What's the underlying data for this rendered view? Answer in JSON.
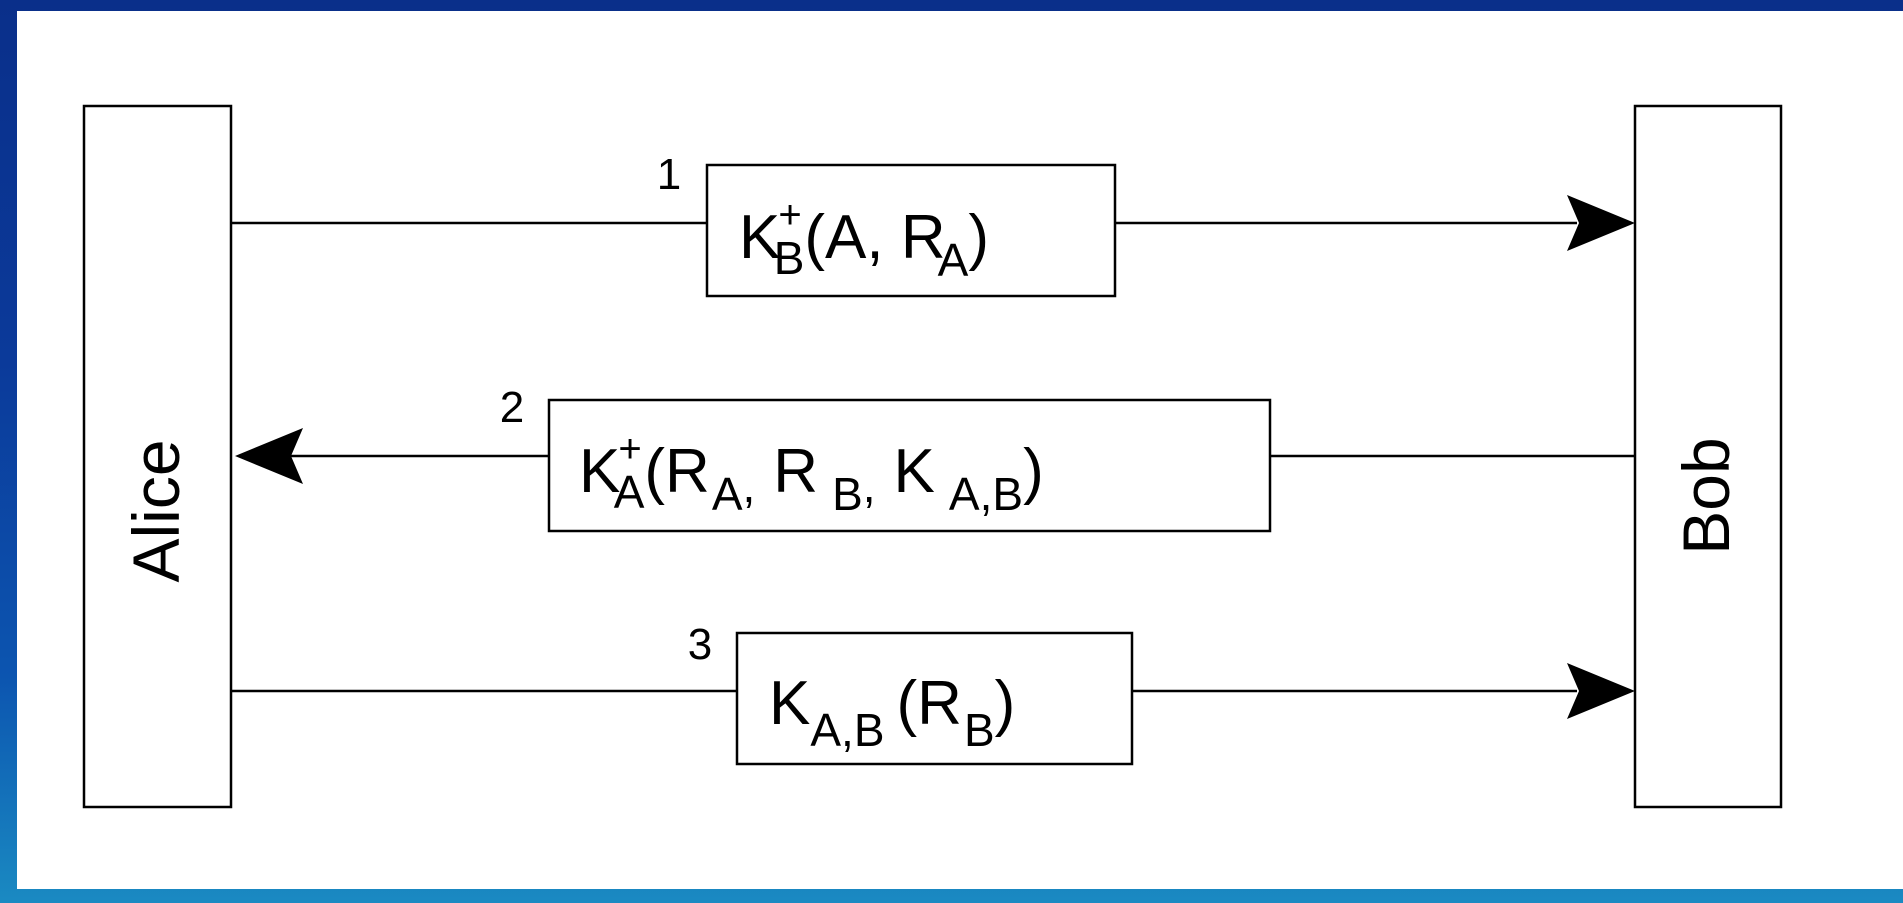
{
  "actors": {
    "left": "Alice",
    "right": "Bob"
  },
  "messages": [
    {
      "number": "1",
      "key": "K",
      "key_sub": "B",
      "key_sup": "+",
      "open": "(A, R",
      "r1_sub": "A",
      "close": ")"
    },
    {
      "number": "2",
      "key": "K",
      "key_sub": "A",
      "key_sup": "+",
      "open": "(R",
      "r1_sub": "A",
      "sep1": ",",
      "r2": "R",
      "r2_sub": "B",
      "sep2": ",",
      "k2": "K",
      "k2_sub": "A,B",
      "close": ")"
    },
    {
      "number": "3",
      "key": "K",
      "key_sub": "A,B",
      "open": "(R",
      "r1_sub": "B",
      "close": ")"
    }
  ],
  "colors": {
    "frame_top": "#0a2f8a",
    "frame_bottom": "#1a8ac2",
    "canvas": "#ffffff",
    "ink": "#000000"
  }
}
